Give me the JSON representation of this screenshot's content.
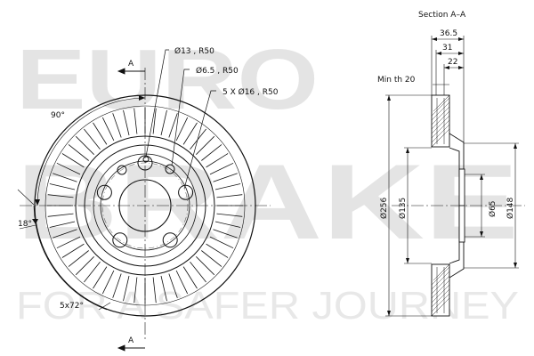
{
  "watermark": {
    "line1": "EURO",
    "line2": "BRAKE",
    "tagline": "FOR A SAFER JOURNEY"
  },
  "section": {
    "title": "Section A–A"
  },
  "labels": {
    "section_marker": "A",
    "hole13": "Ø13 , R50",
    "hole6_5": "Ø6.5 , R50",
    "bolt": "5 X Ø16 , R50",
    "angle90": "90°",
    "angle18": "18°",
    "angle5x72": "5x72°",
    "d256": "Ø256",
    "d135": "Ø135",
    "d65": "Ø65",
    "d148": "Ø148",
    "w36_5": "36.5",
    "w31": "31",
    "w22": "22",
    "min_th": "Min th 20"
  },
  "colors": {
    "line": "#111111",
    "watermark": "#e4e4e4"
  }
}
